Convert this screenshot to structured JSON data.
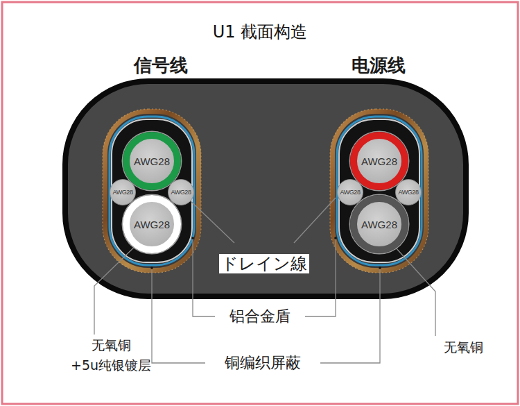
{
  "diagram": {
    "title": "U1 截面构造",
    "nodes": [
      {
        "text": [
          "AWG28"
        ]
      },
      {
        "text": [
          "AWG28"
        ]
      },
      {
        "text": [
          "AWG28"
        ]
      },
      {
        "text": [
          "AWG28"
        ]
      },
      {
        "text": [
          "AWG28"
        ]
      },
      {
        "text": [
          "AWG28"
        ]
      },
      {
        "text": [
          "AWG28"
        ]
      },
      {
        "text": [
          "AWG28"
        ]
      }
    ],
    "edges": [],
    "labels": [
      "信号线",
      "电源线",
      "ドレイン線",
      "铝合金盾",
      "铜编织屏蔽",
      "无氧铜 +5u纯银镀层",
      "无氧铜"
    ]
  }
}
